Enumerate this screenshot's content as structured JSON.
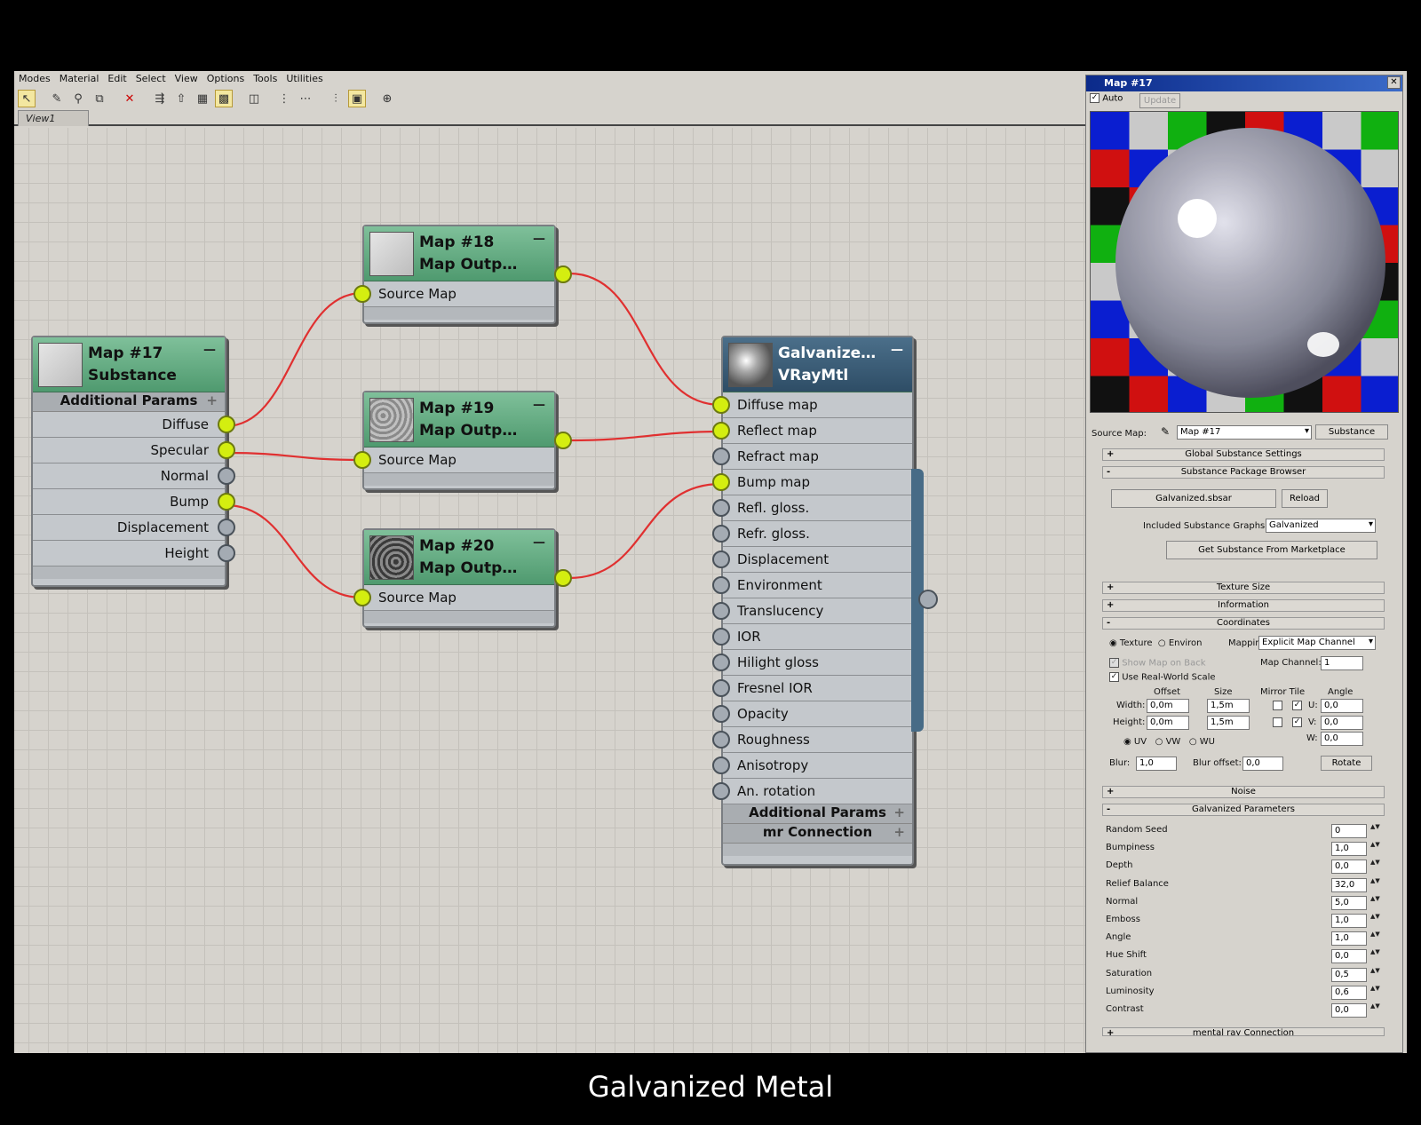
{
  "menu": [
    "Modes",
    "Material",
    "Edit",
    "Select",
    "View",
    "Options",
    "Tools",
    "Utilities"
  ],
  "view_tab": "View1",
  "nodes": {
    "map17": {
      "line1": "Map #17",
      "line2": "Substance",
      "section": "Additional Params",
      "ports": [
        "Diffuse",
        "Specular",
        "Normal",
        "Bump",
        "Displacement",
        "Height"
      ]
    },
    "map18": {
      "line1": "Map #18",
      "line2": "Map Outp…",
      "port": "Source Map"
    },
    "map19": {
      "line1": "Map #19",
      "line2": "Map Outp…",
      "port": "Source Map"
    },
    "map20": {
      "line1": "Map #20",
      "line2": "Map Outp…",
      "port": "Source Map"
    },
    "vray": {
      "line1": "Galvanize…",
      "line2": "VRayMtl",
      "ports": [
        "Diffuse map",
        "Reflect map",
        "Refract map",
        "Bump map",
        "Refl. gloss.",
        "Refr. gloss.",
        "Displacement",
        "Environment",
        "Translucency",
        "IOR",
        "Hilight gloss",
        "Fresnel IOR",
        "Opacity",
        "Roughness",
        "Anisotropy",
        "An. rotation"
      ],
      "section1": "Additional Params",
      "section2": "mr Connection"
    }
  },
  "panel": {
    "title": "Map #17",
    "auto": "Auto",
    "update": "Update",
    "source_map_label": "Source Map:",
    "source_map_value": "Map #17",
    "substance_btn": "Substance",
    "rollouts": {
      "global": "Global Substance Settings",
      "browser": "Substance Package Browser",
      "texture": "Texture Size",
      "info": "Information",
      "coords": "Coordinates",
      "noise": "Noise",
      "params": "Galvanized Parameters",
      "mr": "mental ray Connection"
    },
    "sbsar": "Galvanized.sbsar",
    "reload": "Reload",
    "graphs_label": "Included Substance Graphs:",
    "graphs_value": "Galvanized",
    "marketplace": "Get Substance From Marketplace",
    "texture": "Texture",
    "environ": "Environ",
    "mapping_label": "Mapping:",
    "mapping_value": "Explicit Map Channel",
    "show_map": "Show Map on Back",
    "map_channel_label": "Map Channel:",
    "map_channel": "1",
    "real_world": "Use Real-World Scale",
    "offset": "Offset",
    "size": "Size",
    "mirror_tile": "Mirror Tile",
    "angle": "Angle",
    "width_label": "Width:",
    "height_label": "Height:",
    "off_w": "0,0m",
    "off_h": "0,0m",
    "size_w": "1,5m",
    "size_h": "1,5m",
    "u": "U:",
    "v": "V:",
    "w": "W:",
    "u_val": "0,0",
    "v_val": "0,0",
    "w_val": "0,0",
    "uv": "UV",
    "vw": "VW",
    "wu": "WU",
    "blur_label": "Blur:",
    "blur": "1,0",
    "blur_offset_label": "Blur offset:",
    "blur_offset": "0,0",
    "rotate": "Rotate",
    "params": [
      [
        "Random Seed",
        "0"
      ],
      [
        "Bumpiness",
        "1,0"
      ],
      [
        "Depth",
        "0,0"
      ],
      [
        "Relief Balance",
        "32,0"
      ],
      [
        "Normal",
        "5,0"
      ],
      [
        "Emboss",
        "1,0"
      ],
      [
        "Angle",
        "1,0"
      ],
      [
        "Hue Shift",
        "0,0"
      ],
      [
        "Saturation",
        "0,5"
      ],
      [
        "Luminosity",
        "0,6"
      ],
      [
        "Contrast",
        "0,0"
      ]
    ]
  },
  "caption": "Galvanized Metal"
}
